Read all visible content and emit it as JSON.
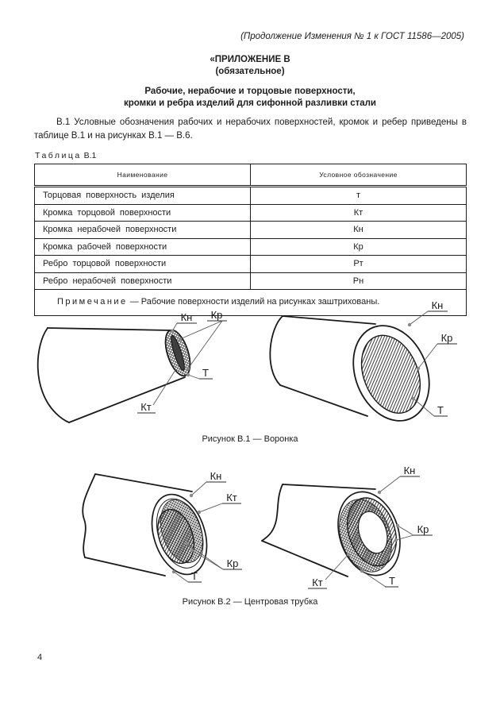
{
  "colors": {
    "ink": "#1c1c1c",
    "paper": "#ffffff"
  },
  "page": {
    "header_note": "(Продолжение Изменения № 1 к ГОСТ 11586—2005)",
    "appendix_title": "«ПРИЛОЖЕНИЕ В",
    "appendix_subtitle": "(обязательное)",
    "section_title_line1": "Рабочие, нерабочие и торцовые поверхности,",
    "section_title_line2": "кромки и ребра изделий для сифонной разливки стали",
    "paragraph": "В.1 Условные обозначения рабочих и нерабочих поверхностей, кромок и ребер приведены в таблице В.1 и на рисунках В.1 — В.6.",
    "page_number": "4"
  },
  "table": {
    "label_word": "Таблица",
    "label_number": "В.1",
    "headers": [
      "Наименование",
      "Условное обозначение"
    ],
    "rows": [
      {
        "name": "Торцовая поверхность изделия",
        "symbol": "т"
      },
      {
        "name": "Кромка торцовой поверхности",
        "symbol": "Кт"
      },
      {
        "name": "Кромка нерабочей поверхности",
        "symbol": "Кн"
      },
      {
        "name": "Кромка рабочей поверхности",
        "symbol": "Кр"
      },
      {
        "name": "Ребро торцовой поверхности",
        "symbol": "Рт"
      },
      {
        "name": "Ребро нерабочей поверхности",
        "symbol": "Рн"
      }
    ],
    "note_label": "Примечание",
    "note_text": "— Рабочие поверхности изделий на рисунках заштрихованы."
  },
  "figures": {
    "fig1": {
      "caption": "Рисунок В.1 — Воронка",
      "labels": {
        "kn": "Кн",
        "kr": "Кр",
        "kt": "Кт",
        "t": "Т"
      }
    },
    "fig2": {
      "caption": "Рисунок В.2 — Центровая трубка",
      "labels": {
        "kn": "Кн",
        "kr": "Кр",
        "kt": "Кт",
        "t": "Т"
      }
    }
  }
}
